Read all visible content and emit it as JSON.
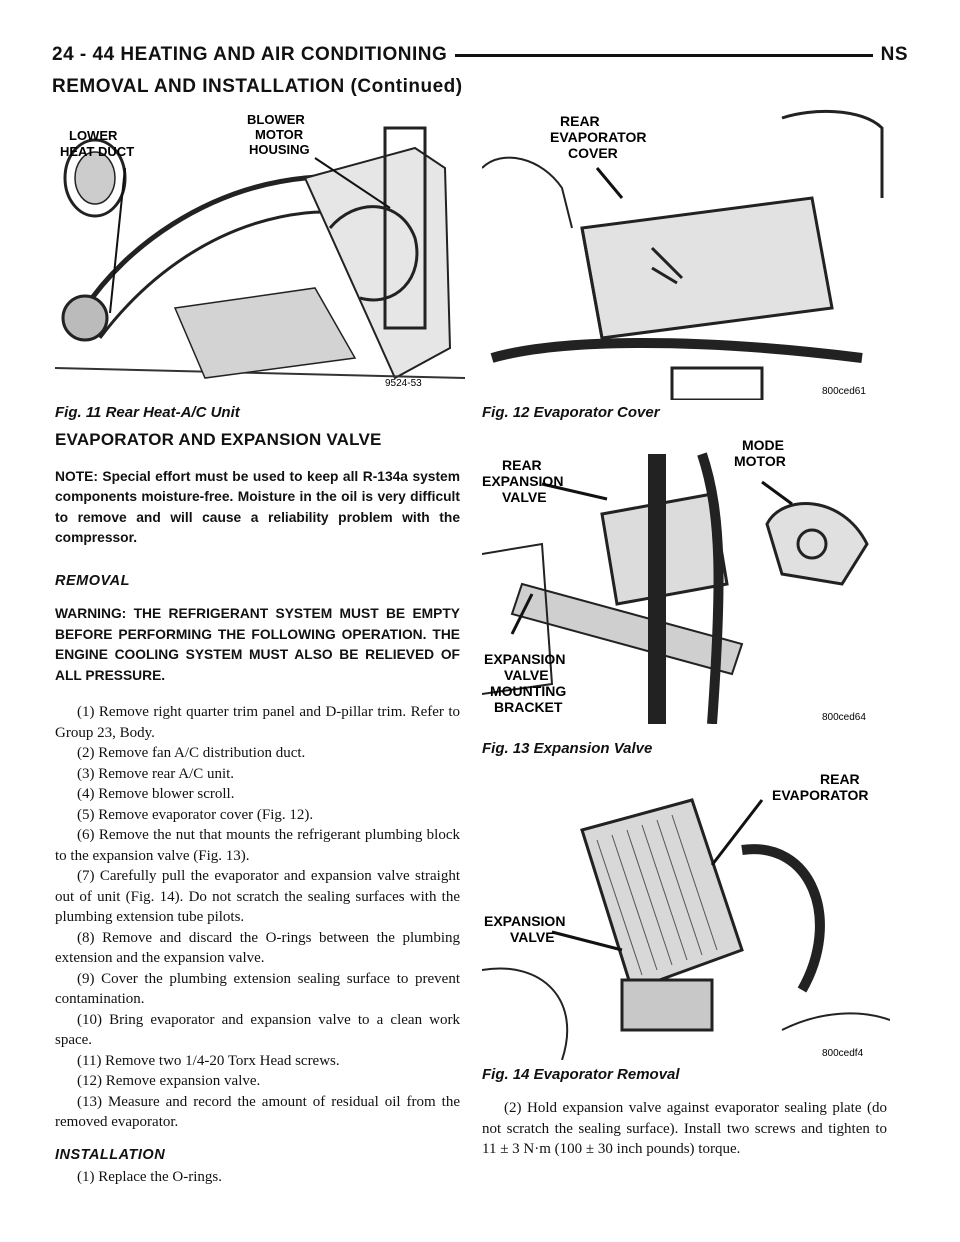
{
  "header": {
    "page_title": "24 - 44    HEATING AND AIR CONDITIONING",
    "right_code": "NS",
    "continued": "REMOVAL AND INSTALLATION (Continued)"
  },
  "figures": {
    "fig11": {
      "caption": "Fig. 11 Rear Heat-A/C Unit",
      "code": "9524-53",
      "label1_line1": "LOWER",
      "label1_line2": "HEAT DUCT",
      "label2_line1": "BLOWER",
      "label2_line2": "MOTOR",
      "label2_line3": "HOUSING"
    },
    "fig12": {
      "caption": "Fig. 12 Evaporator Cover",
      "code": "800ced61",
      "label_line1": "REAR",
      "label_line2": "EVAPORATOR",
      "label_line3": "COVER"
    },
    "fig13": {
      "caption": "Fig. 13 Expansion Valve",
      "code": "800ced64",
      "label1_line1": "REAR",
      "label1_line2": "EXPANSION",
      "label1_line3": "VALVE",
      "label2_line1": "MODE",
      "label2_line2": "MOTOR",
      "label3_line1": "EXPANSION",
      "label3_line2": "VALVE",
      "label3_line3": "MOUNTING",
      "label3_line4": "BRACKET"
    },
    "fig14": {
      "caption": "Fig. 14 Evaporator Removal",
      "code": "800cedf4",
      "label1_line1": "REAR",
      "label1_line2": "EVAPORATOR",
      "label2_line1": "EXPANSION",
      "label2_line2": "VALVE"
    }
  },
  "text": {
    "section_title": "EVAPORATOR AND EXPANSION VALVE",
    "note": "NOTE: Special effort must be used to keep all R-134a system components moisture-free. Moisture in the oil is very difficult to remove and will cause a reliability problem with the compressor.",
    "removal_heading": "REMOVAL",
    "warning": "WARNING: THE REFRIGERANT SYSTEM MUST BE EMPTY BEFORE PERFORMING THE FOLLOWING OPERATION. THE ENGINE COOLING SYSTEM MUST ALSO BE RELIEVED OF ALL PRESSURE.",
    "removal_steps": [
      "(1) Remove right quarter trim panel and D-pillar trim. Refer to Group 23, Body.",
      "(2) Remove fan A/C distribution duct.",
      "(3) Remove rear A/C unit.",
      "(4) Remove blower scroll.",
      "(5) Remove evaporator cover (Fig. 12).",
      "(6) Remove the nut that mounts the refrigerant plumbing block to the expansion valve (Fig. 13).",
      "(7) Carefully pull the evaporator and expansion valve straight out of unit (Fig. 14). Do not scratch the sealing surfaces with the plumbing extension tube pilots.",
      "(8) Remove and discard the O-rings between the plumbing extension and the expansion valve.",
      "(9) Cover the plumbing extension sealing surface to prevent contamination.",
      "(10) Bring evaporator and expansion valve to a clean work space.",
      "(11) Remove two 1/4-20 Torx Head screws.",
      "(12) Remove expansion valve.",
      "(13) Measure and record the amount of residual oil from the removed evaporator."
    ],
    "installation_heading": "INSTALLATION",
    "installation_steps": [
      "(1) Replace the O-rings."
    ],
    "right_col_paragraph": "(2) Hold expansion valve against evaporator sealing plate (do not scratch the sealing surface). Install two screws and tighten to 11 ± 3 N·m (100 ± 30 inch pounds) torque."
  }
}
